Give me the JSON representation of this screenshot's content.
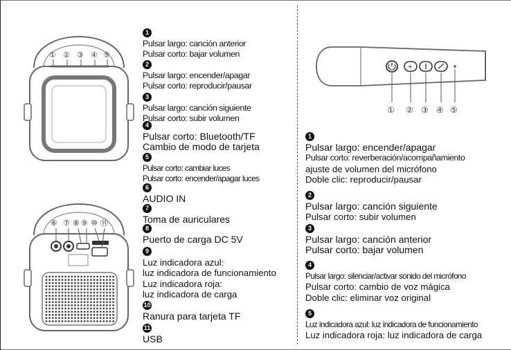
{
  "left_list": [
    {
      "num": "1",
      "lines": [
        "Pulsar largo: canción anterior",
        "Pulsar corto: bajar volumen"
      ]
    },
    {
      "num": "2",
      "lines": [
        "Pulsar largo: encender/apagar",
        "Pulsar corto: reproducir/pausar"
      ]
    },
    {
      "num": "3",
      "lines": [
        "Pulsar largo: canción siguiente",
        "Pulsar corto: subir volumen"
      ]
    },
    {
      "num": "4",
      "lines": [
        "Pulsar corto: Bluetooth/TF",
        "Cambio de modo de tarjeta"
      ]
    },
    {
      "num": "5",
      "lines": [
        "Pulsar corto: cambiar luces",
        "Pulsar corto: encender/apagar luces"
      ]
    },
    {
      "num": "6",
      "lines": [
        "AUDIO IN"
      ]
    },
    {
      "num": "7",
      "lines": [
        "Toma de auriculares"
      ]
    },
    {
      "num": "8",
      "lines": [
        "Puerto de carga DC 5V"
      ]
    },
    {
      "num": "9",
      "lines": [
        "Luz indicadora azul:",
        "luz indicadora de funcionamiento",
        "Luz indicadora roja:",
        "luz indicadora de carga"
      ]
    },
    {
      "num": "10",
      "lines": [
        "Ranura para tarjeta TF"
      ]
    },
    {
      "num": "11",
      "lines": [
        "USB"
      ]
    }
  ],
  "right_list": [
    {
      "num": "1",
      "lines": [
        "Pulsar largo: encender/apagar",
        "Pulsar corto: reverberación/acompañamiento",
        "ajuste de volumen del micrófono",
        "Doble clic: reproducir/pausar"
      ]
    },
    {
      "num": "2",
      "lines": [
        "Pulsar largo: canción siguiente",
        "Pulsar corto: subir volumen"
      ]
    },
    {
      "num": "3",
      "lines": [
        "Pulsar largo: canción anterior",
        "Pulsar corto: bajar volumen"
      ]
    },
    {
      "num": "4",
      "lines": [
        "Pulsar largo: silenciar/activar sonido del micrófono",
        "Pulsar corto: cambio de voz mágica",
        "Doble clic: eliminar voz original"
      ]
    },
    {
      "num": "5",
      "lines": [
        "Luz indicadora azul: luz indicadora de funcionamiento",
        "Luz indicadora roja: luz indicadora de carga"
      ]
    }
  ],
  "speaker_top_labels": [
    "①",
    "②",
    "③",
    "④",
    "⑤"
  ],
  "speaker_back_labels": [
    "⑥",
    "⑦",
    "⑧",
    "⑨",
    "⑩",
    "⑪"
  ],
  "mic_labels": [
    "①",
    "②",
    "③",
    "④",
    "⑤"
  ]
}
